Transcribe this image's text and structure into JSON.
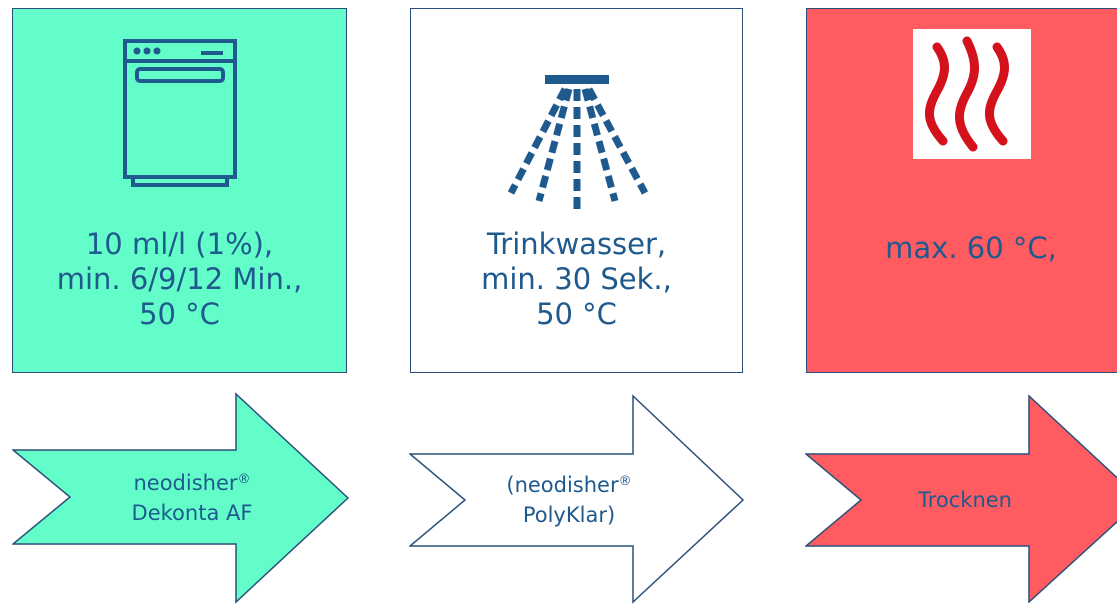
{
  "steps": [
    {
      "icon": "dishwasher-icon",
      "lines": [
        "10 ml/l (1%),",
        "min. 6/9/12 Min.,",
        "50 °C"
      ],
      "box_color": "#63fdc9",
      "arrow": {
        "line1": "neodisher",
        "reg": "®",
        "line2": "Dekonta AF",
        "fill": "#63fdc9"
      }
    },
    {
      "icon": "shower-spray-icon",
      "lines": [
        "Trinkwasser,",
        "min. 30 Sek.,",
        "50 °C"
      ],
      "box_color": "#ffffff",
      "arrow": {
        "line1": "(neodisher",
        "reg": "®",
        "line2": "PolyKlar)",
        "fill": "#ffffff"
      }
    },
    {
      "icon": "heat-waves-icon",
      "lines": [
        "max. 60 °C,"
      ],
      "box_color": "#ff5c61",
      "arrow": {
        "line1": "Trocknen",
        "fill": "#ff5c61"
      }
    }
  ],
  "colors": {
    "text": "#1f5a8e",
    "border": "#2a4f7a",
    "heat_icon": "#d4121b"
  }
}
